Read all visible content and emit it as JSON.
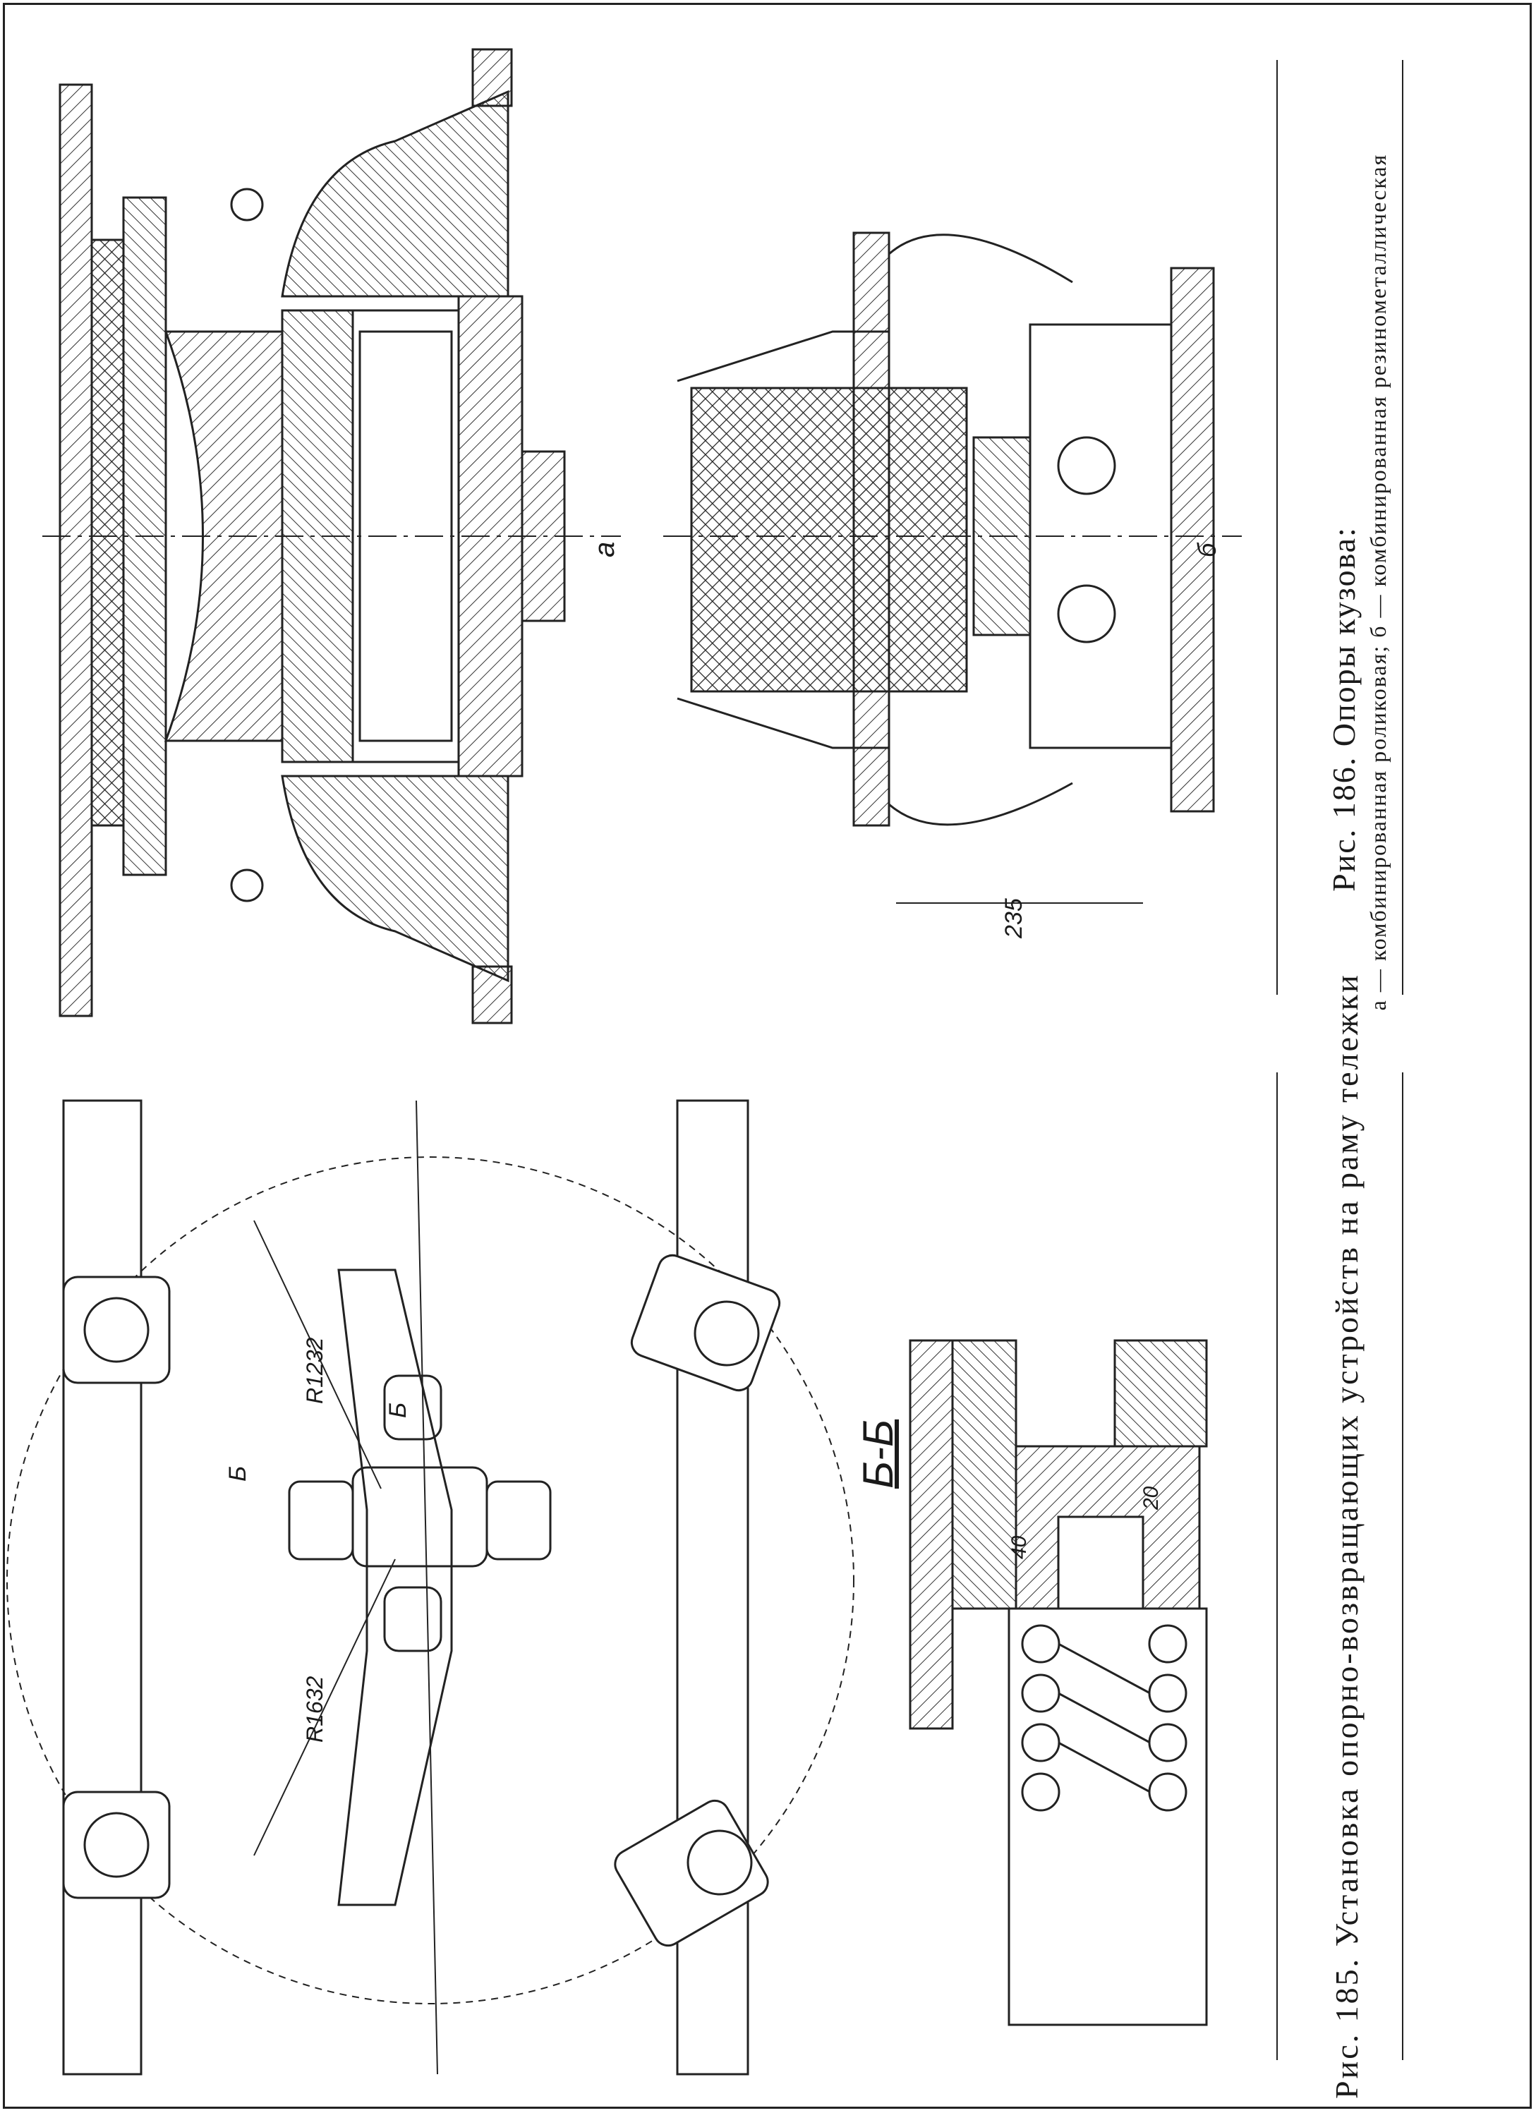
{
  "figure185": {
    "caption": "Рис. 185. Установка опорно-возвращающих устройств на раму тележки",
    "label_r1232": "R1232",
    "label_r1632": "R1632",
    "section_label": "Б-Б",
    "section_marker_left": "Б",
    "section_marker_right": "Б",
    "dimension_40": "40",
    "dimension_20": "20"
  },
  "figure186": {
    "caption": "Рис. 186. Опоры кузова:",
    "subcaption": "а — комбинированная роликовая; б — комбинированная резинометаллическая",
    "label_a": "а",
    "label_b": "б",
    "dimension_235": "235"
  }
}
